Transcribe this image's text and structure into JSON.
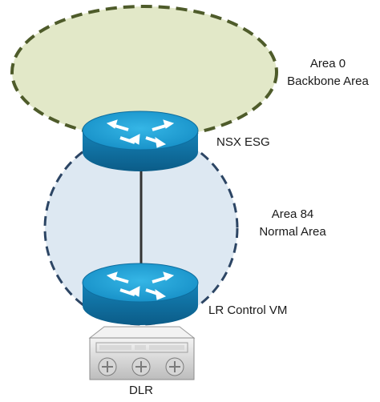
{
  "areas": [
    {
      "line1": "Area 0",
      "line2": "Backbone Area"
    },
    {
      "line1": "Area 84",
      "line2": "Normal Area"
    }
  ],
  "routers": [
    {
      "label": "NSX ESG"
    },
    {
      "label": "LR Control VM"
    }
  ],
  "dlr": {
    "label": "DLR"
  },
  "colors": {
    "area0_fill": "#e2e8c8",
    "area0_stroke": "#4e5b2a",
    "area84_fill": "#dde8f2",
    "area84_stroke": "#2c4564",
    "router_top": "#1a9fd3",
    "router_side": "#0f6fa0",
    "link": "#333333"
  }
}
